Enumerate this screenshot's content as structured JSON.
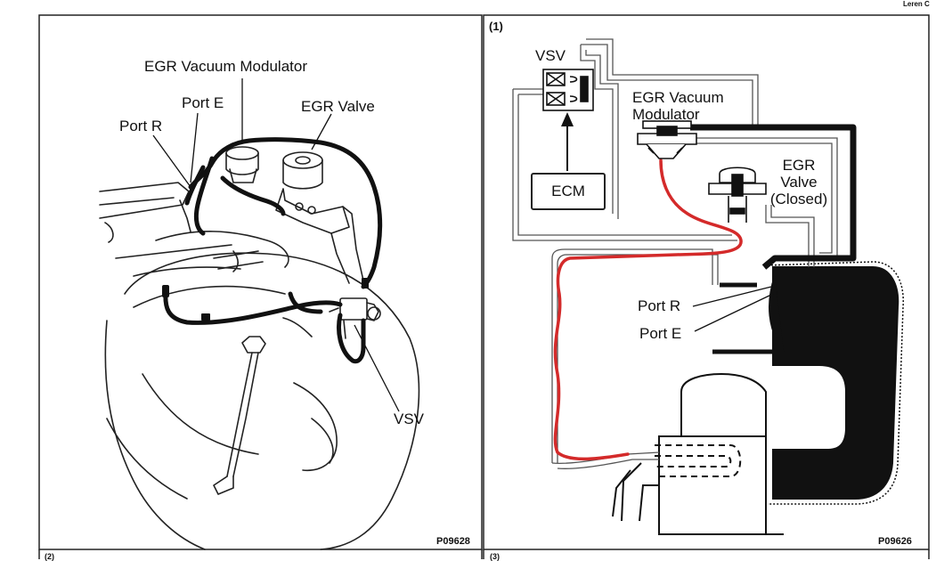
{
  "corner_text": "Leren C",
  "left_panel": {
    "labels": {
      "egr_vacuum_modulator": "EGR Vacuum Modulator",
      "port_e": "Port E",
      "port_r": "Port R",
      "egr_valve": "EGR Valve",
      "vsv": "VSV"
    },
    "figure_code": "P09628",
    "bottom_stub": "(2)"
  },
  "right_panel": {
    "panel_number": "(1)",
    "labels": {
      "vsv": "VSV",
      "egr_vacuum_modulator_line1": "EGR Vacuum",
      "egr_vacuum_modulator_line2": "Modulator",
      "ecm": "ECM",
      "egr_line1": "EGR",
      "valve_line2": "Valve",
      "closed_line3": "(Closed)",
      "port_r": "Port R",
      "port_e": "Port E"
    },
    "figure_code": "P09626",
    "bottom_stub": "(3)",
    "highlight_color": "#d42a2a"
  }
}
